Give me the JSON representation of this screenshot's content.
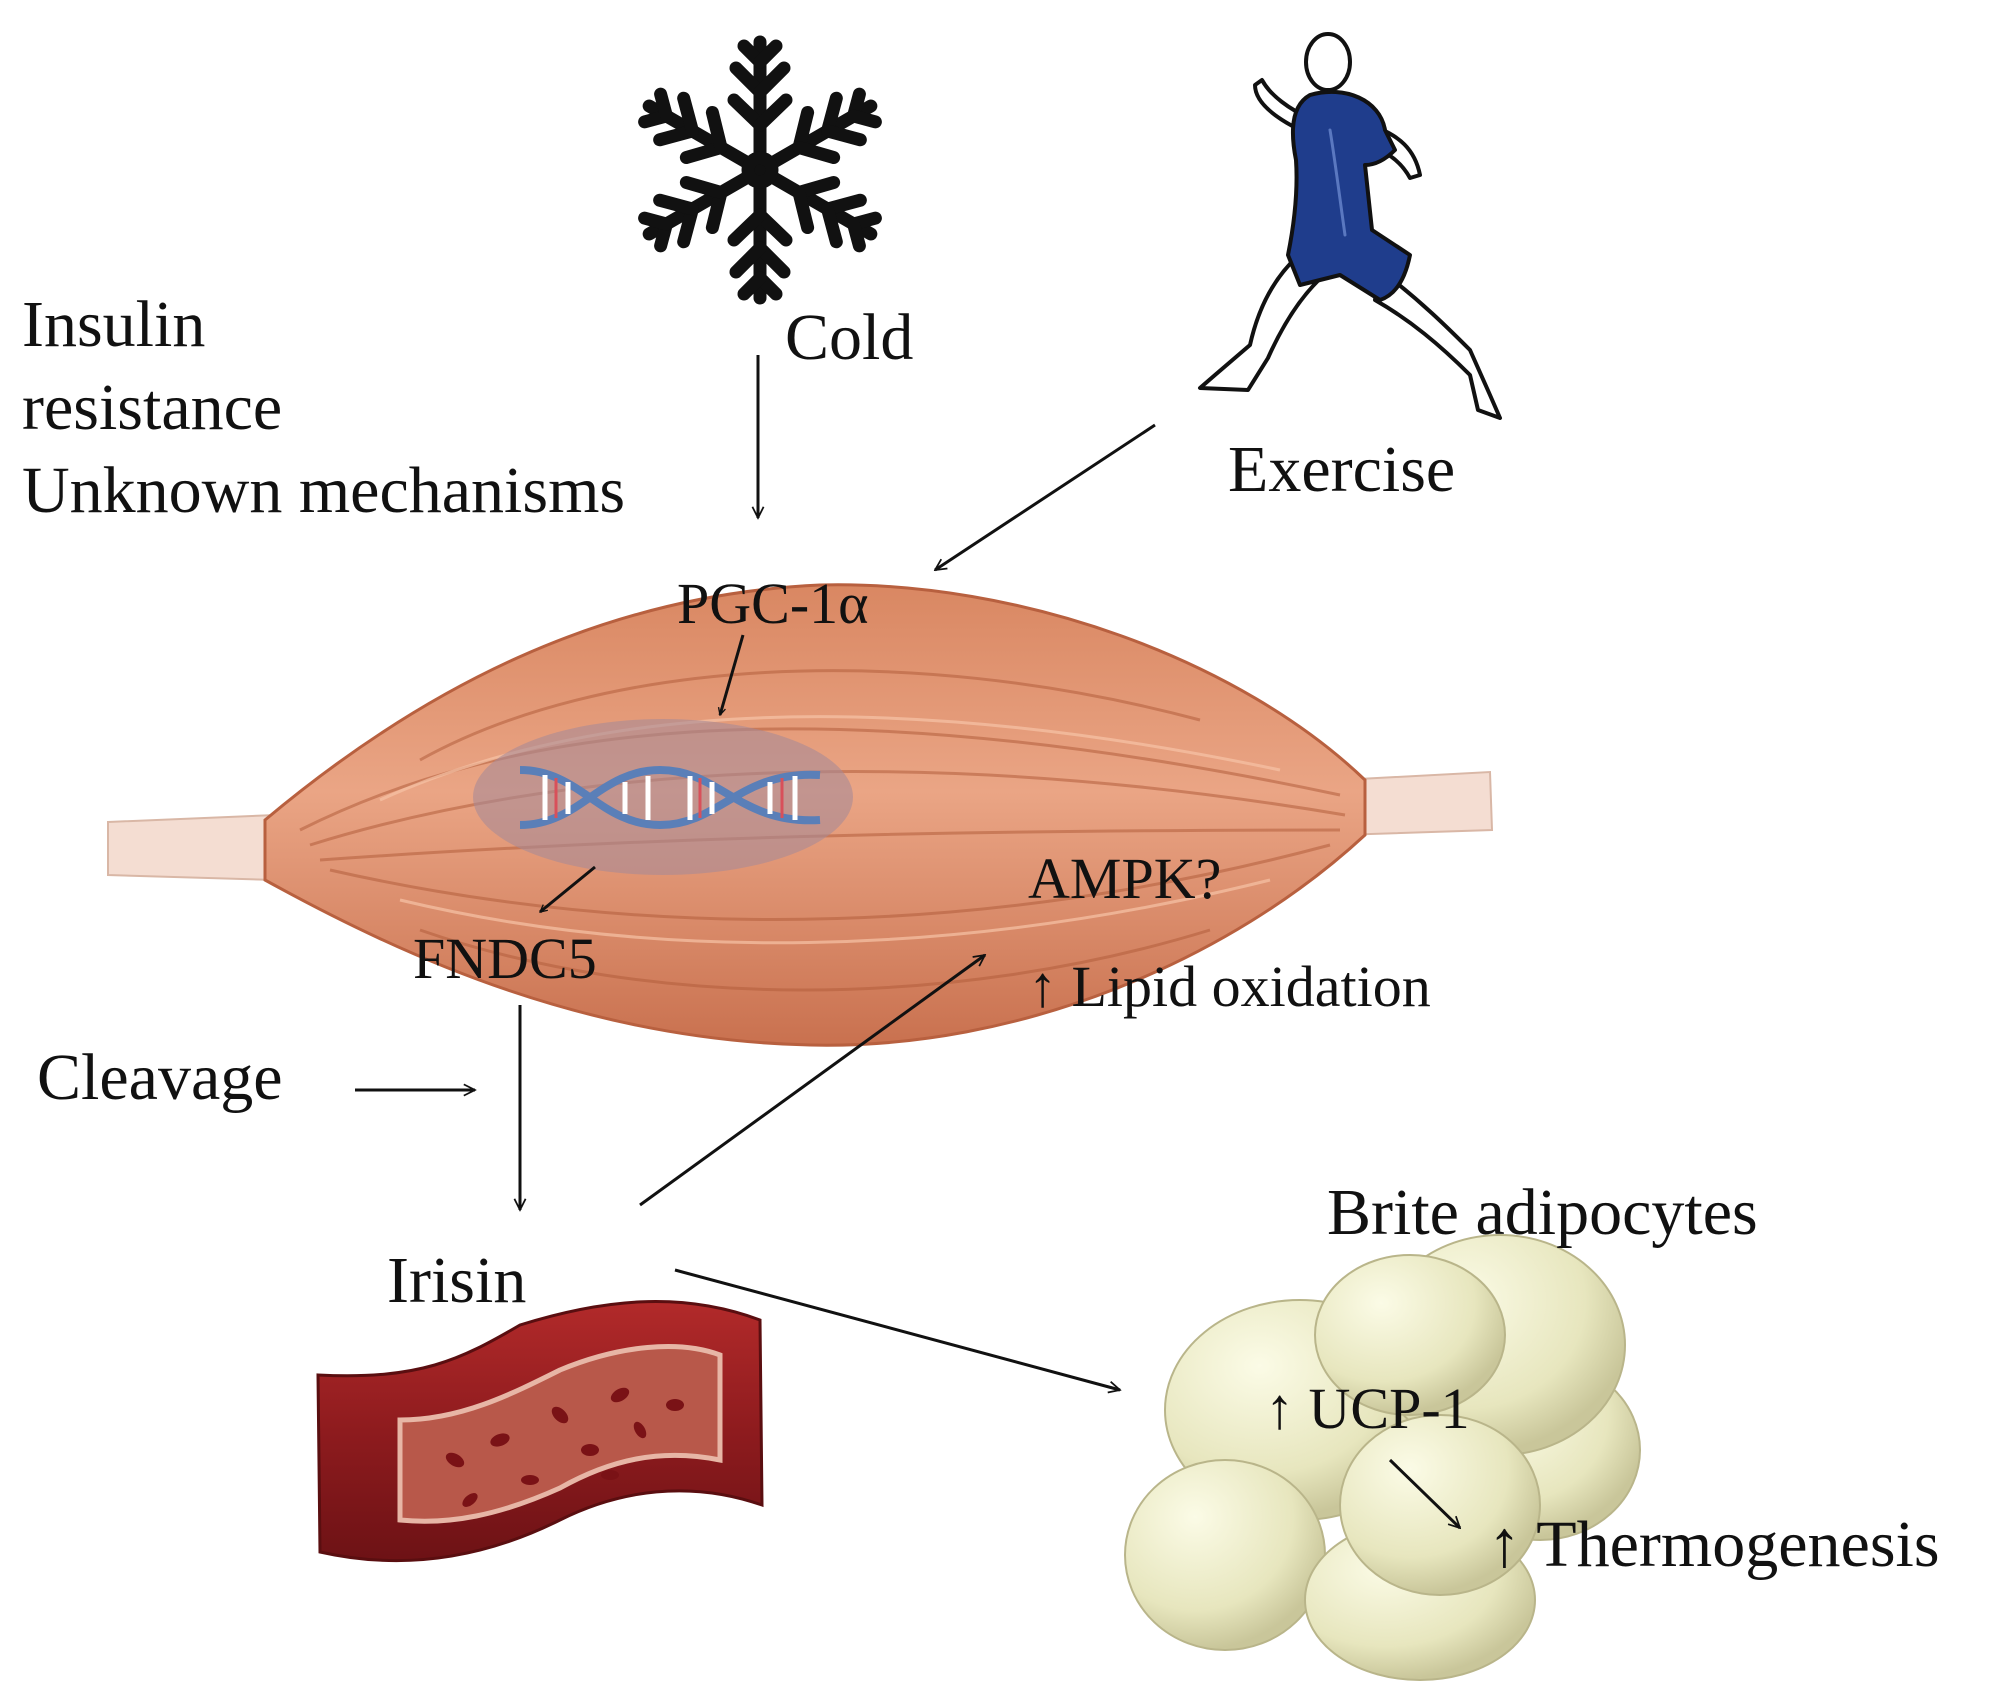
{
  "labels": {
    "insulin_line1": "Insulin",
    "insulin_line2": "resistance",
    "unknown": "Unknown mechanisms",
    "cold": "Cold",
    "exercise": "Exercise",
    "pgc": "PGC-1α",
    "ampk": "AMPK?",
    "fndc5": "FNDC5",
    "lipid": "↑ Lipid oxidation",
    "cleavage": "Cleavage",
    "irisin": "Irisin",
    "brite": "Brite adipocytes",
    "ucp": "↑ UCP-1",
    "thermo": "↑ Thermogenesis"
  },
  "colors": {
    "muscle": "#e49a78",
    "muscle_dark": "#c9734f",
    "tendon": "#f4ddd2",
    "vessel": "#8f1d20",
    "vessel_inner": "#b8584a",
    "adipocyte": "#eeeecb",
    "runner_suit": "#1f3d8c",
    "arrow": "#111111"
  },
  "icons": [
    "snowflake-icon",
    "runner-icon",
    "dna-icon",
    "blood-vessel-icon",
    "adipocyte-cluster-icon"
  ]
}
